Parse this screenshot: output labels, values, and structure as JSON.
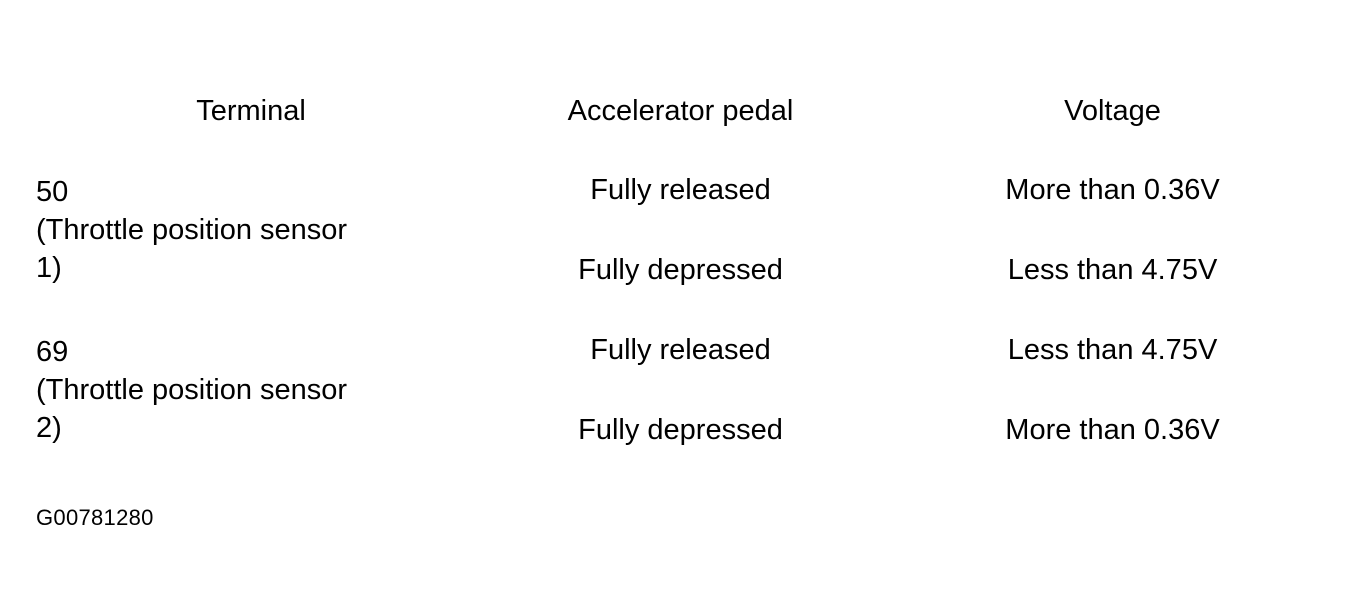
{
  "document": {
    "type": "specification-table",
    "caption": "G00781280",
    "ink_color": "#000000",
    "page_color": "#ffffff"
  },
  "table": {
    "headers": [
      "Terminal",
      "Accelerator pedal",
      "Voltage"
    ],
    "groups": [
      {
        "terminal_lines": [
          "50",
          "(Throttle position sensor",
          "1)"
        ],
        "rows": [
          {
            "pedal": "Fully released",
            "voltage": "More than 0.36V"
          },
          {
            "pedal": "Fully depressed",
            "voltage": "Less than 4.75V"
          }
        ]
      },
      {
        "terminal_lines": [
          "69",
          "(Throttle position sensor",
          "2)"
        ],
        "rows": [
          {
            "pedal": "Fully released",
            "voltage": "Less than 4.75V"
          },
          {
            "pedal": "Fully depressed",
            "voltage": "More than 0.36V"
          }
        ]
      }
    ]
  }
}
